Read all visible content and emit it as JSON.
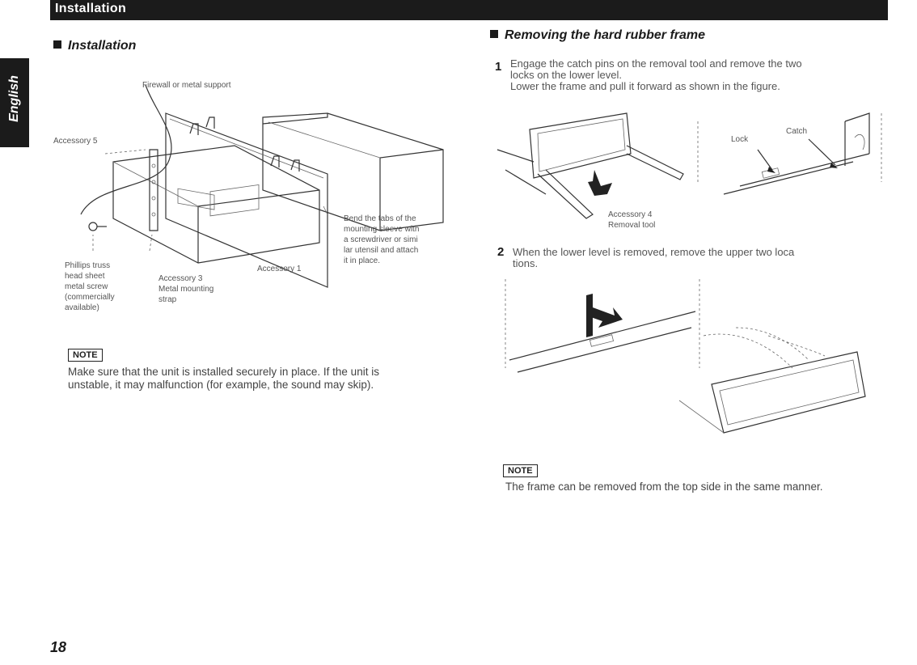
{
  "header": {
    "title": "Installation"
  },
  "side_tab": {
    "label": "English"
  },
  "left": {
    "heading": "Installation",
    "labels": {
      "firewall": "Firewall or metal support",
      "accessory5": "Accessory 5",
      "bend_tabs": [
        "Bend the tabs of the",
        "mounting sleeve with",
        "a screwdriver or simi",
        "lar utensil and attach",
        "it in place."
      ],
      "screw": [
        "Phillips truss",
        "head sheet",
        "metal screw",
        "(commercially",
        "available)"
      ],
      "accessory3": [
        "Accessory 3",
        "Metal mounting",
        "strap"
      ],
      "accessory1": "Accessory 1"
    },
    "note_label": "NOTE",
    "note_text": [
      "Make sure that the unit is installed securely in place. If the unit is",
      "unstable, it may malfunction (for example, the sound may skip)."
    ]
  },
  "right": {
    "heading": "Removing the hard rubber frame",
    "step1": {
      "num": "1",
      "lines": [
        "Engage the catch pins on the removal tool and remove the two",
        "locks on the lower level.",
        "Lower the frame and pull it forward as shown in the figure."
      ]
    },
    "fig1": {
      "accessory4": [
        "Accessory 4",
        "Removal tool"
      ],
      "lock": "Lock",
      "catch": "Catch"
    },
    "step2": {
      "num": "2",
      "lines": [
        "When the lower level is removed, remove the upper two loca",
        "tions."
      ]
    },
    "note_label": "NOTE",
    "note_text": "The frame can be removed from the top side in the same manner."
  },
  "footer": {
    "page_number": "18"
  }
}
